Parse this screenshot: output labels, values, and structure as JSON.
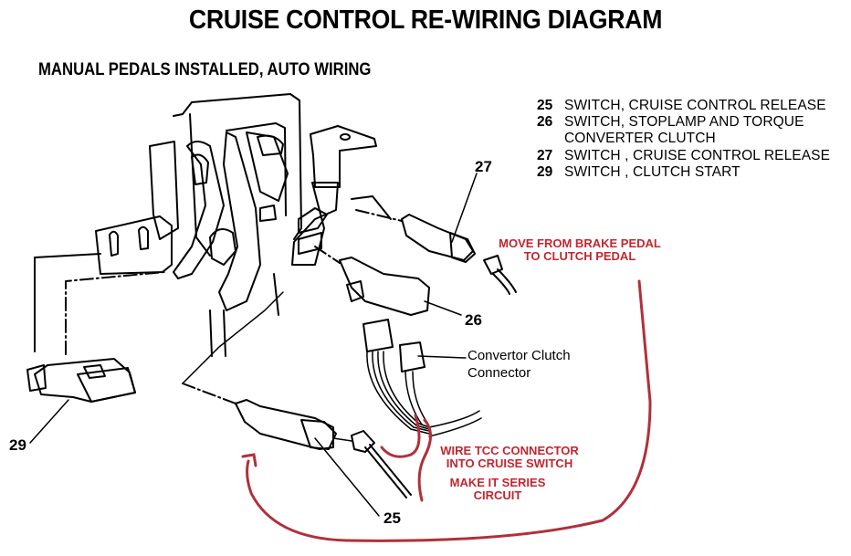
{
  "diagram": {
    "title": "CRUISE CONTROL RE-WIRING DIAGRAM",
    "subtitle": "MANUAL PEDALS INSTALLED, AUTO WIRING",
    "legend": [
      {
        "number": "25",
        "text": "SWITCH, CRUISE CONTROL RELEASE"
      },
      {
        "number": "26",
        "text": "SWITCH, STOPLAMP AND TORQUE"
      },
      {
        "number": "",
        "text": "CONVERTER CLUTCH"
      },
      {
        "number": "27",
        "text": "SWITCH , CRUISE CONTROL RELEASE"
      },
      {
        "number": "29",
        "text": "SWITCH , CLUTCH START"
      }
    ],
    "callouts": {
      "c25": "25",
      "c26": "26",
      "c27": "27",
      "c29": "29"
    },
    "labels": {
      "convertor_line1": "Convertor Clutch",
      "convertor_line2": "Connector"
    },
    "annotations": {
      "move_line1": "MOVE FROM BRAKE PEDAL",
      "move_line2": "TO CLUTCH PEDAL",
      "wire_line1": "WIRE TCC CONNECTOR",
      "wire_line2": "INTO CRUISE SWITCH",
      "series_line1": "MAKE IT SERIES",
      "series_line2": "CIRCUIT"
    },
    "colors": {
      "annotation_red": "#c3262f",
      "line_art": "#000000"
    }
  }
}
